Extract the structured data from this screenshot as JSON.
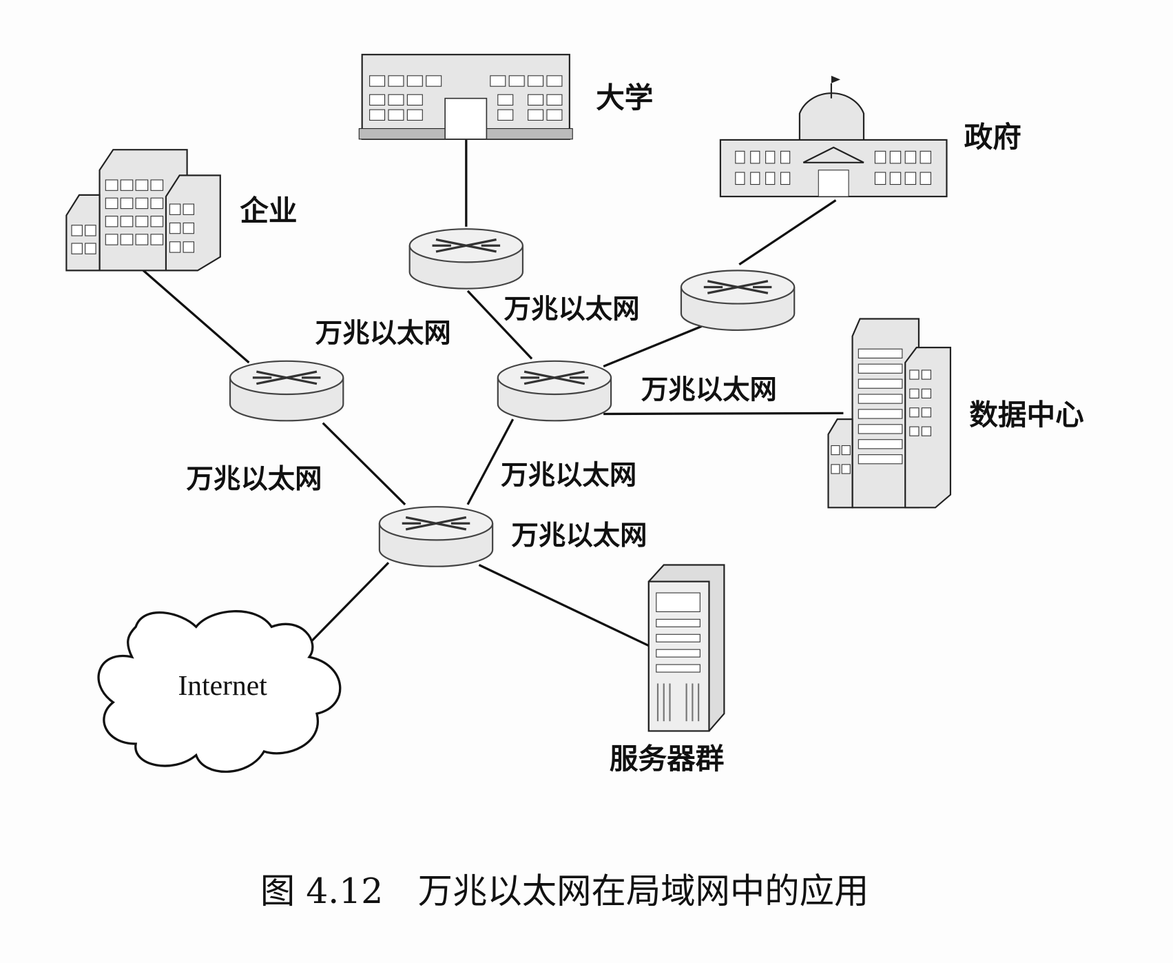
{
  "nodes": {
    "university": "大学",
    "government": "政府",
    "enterprise": "企业",
    "datacenter": "数据中心",
    "servers": "服务器群",
    "internet": "Internet"
  },
  "links": [
    "万兆以太网",
    "万兆以太网",
    "万兆以太网",
    "万兆以太网",
    "万兆以太网",
    "万兆以太网"
  ],
  "caption": "图 4.12　万兆以太网在局域网中的应用"
}
